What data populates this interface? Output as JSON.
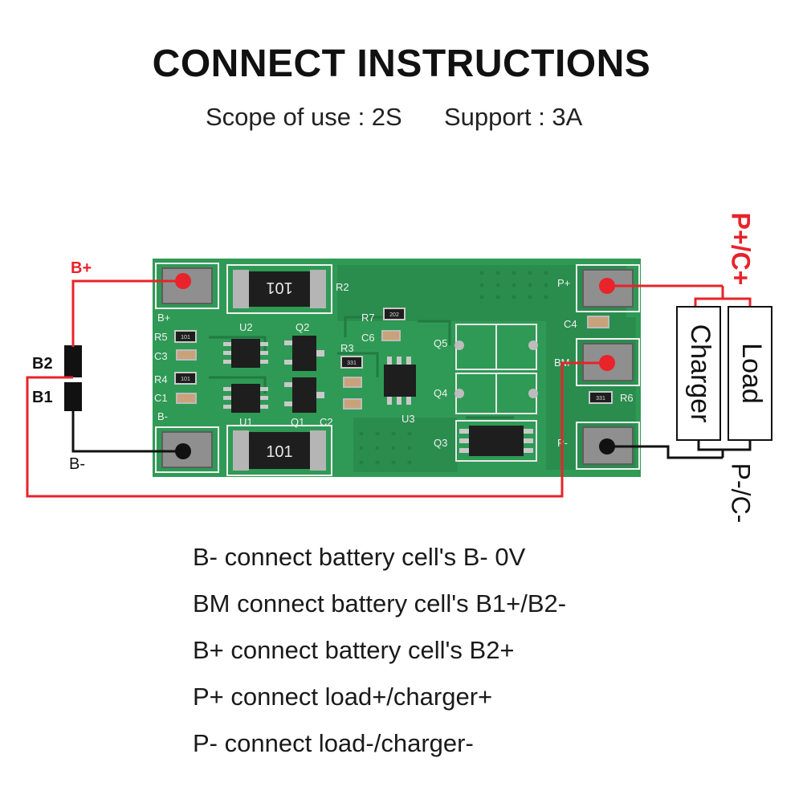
{
  "title": "CONNECT INSTRUCTIONS",
  "scope_text": "Scope of use : 2S",
  "support_text": "Support : 3A",
  "colors": {
    "red_wire": "#e8232a",
    "board_green": "#2f9a55",
    "board_dark": "#247d44",
    "pad_silver": "#8f8f8f",
    "chip_black": "#1e1e1e"
  },
  "wiring": {
    "b_plus": "B+",
    "b_minus": "B-",
    "b2": "B2",
    "b1": "B1",
    "p_plus_c_plus": "P+/C+",
    "p_minus_c_minus": "P-/C-",
    "charger": "Charger",
    "load": "Load"
  },
  "board": {
    "pad_b_plus": "B+",
    "pad_b_minus": "B-",
    "pad_p_plus": "P+",
    "pad_p_minus": "P-",
    "pad_bm": "BM",
    "res_top_marking": "101",
    "res_bottom_marking": "101",
    "r7_marking": "202",
    "r3_marking": "331",
    "r6_marking": "331",
    "r5_marking": "101",
    "r4_marking": "101",
    "silk": {
      "r2": "R2",
      "u2": "U2",
      "q2": "Q2",
      "r5": "R5",
      "c3": "C3",
      "r4": "R4",
      "c1": "C1",
      "u1": "U1",
      "q1": "Q1",
      "c2": "C2",
      "r3": "R3",
      "r7": "R7",
      "c6": "C6",
      "u3": "U3",
      "q5": "Q5",
      "q4": "Q4",
      "q3": "Q3",
      "c4": "C4",
      "r6": "R6"
    }
  },
  "instructions": [
    "B- connect battery cell's B- 0V",
    "BM connect battery cell's B1+/B2-",
    "B+ connect battery cell's B2+",
    "P+ connect load+/charger+",
    "P- connect load-/charger-"
  ]
}
